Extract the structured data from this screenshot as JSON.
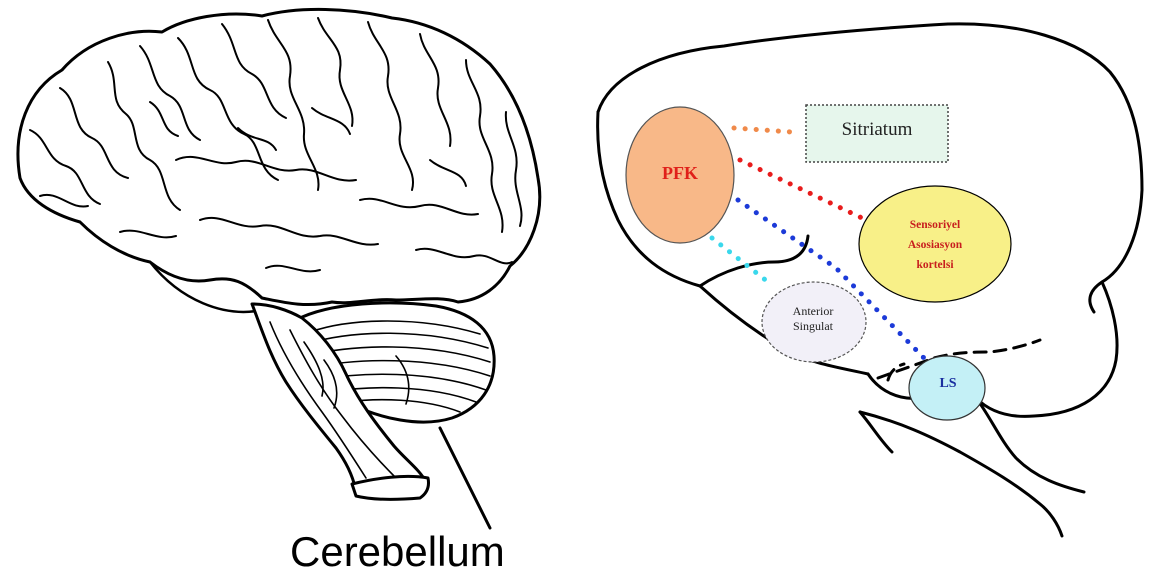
{
  "left_figure": {
    "label": "Cerebellum",
    "label_color": "#000000"
  },
  "right_diagram": {
    "regions": {
      "pfk": {
        "label": "PFK",
        "fill": "#f8b888",
        "text_color": "#e0201a"
      },
      "striatum": {
        "label": "Sitriatum",
        "fill": "#e6f6ec",
        "text_color": "#222222"
      },
      "sensory": {
        "line1": "Sensoriyel",
        "line2": "Asosiasyon",
        "line3": "kortelsi",
        "fill": "#f8f088",
        "text_color": "#c81e1e"
      },
      "anterior": {
        "line1": "Anterior",
        "line2": "Singulat",
        "fill": "#f2f0f8",
        "text_color": "#222222"
      },
      "ls": {
        "label": "LS",
        "fill": "#c4f0f6",
        "text_color": "#1a2fa0"
      }
    },
    "connections": [
      {
        "from": "PFK",
        "to": "Sitriatum",
        "color": "#f08a4a"
      },
      {
        "from": "PFK",
        "to": "Sensoriyel Asosiasyon kortelsi",
        "color": "#e81c1c"
      },
      {
        "from": "PFK",
        "to": "LS",
        "color": "#1c3ad8"
      },
      {
        "from": "PFK",
        "to": "Anterior Singulat",
        "color": "#3ad8ec"
      }
    ]
  }
}
